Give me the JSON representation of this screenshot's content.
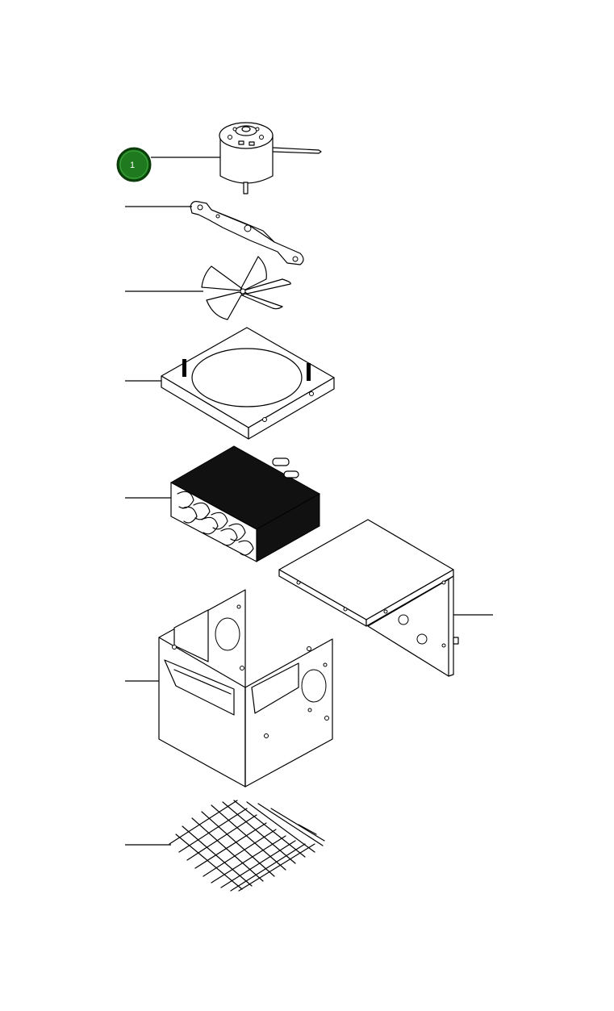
{
  "diagram": {
    "accent_color": "#1f7a1f",
    "callouts": [
      {
        "label": "1",
        "part": "motor"
      }
    ],
    "parts": [
      "motor",
      "mounting-bracket",
      "fan-blade",
      "fan-shroud-plate",
      "evaporator-coil",
      "top-cover-panel",
      "housing-box",
      "wire-grille"
    ]
  }
}
